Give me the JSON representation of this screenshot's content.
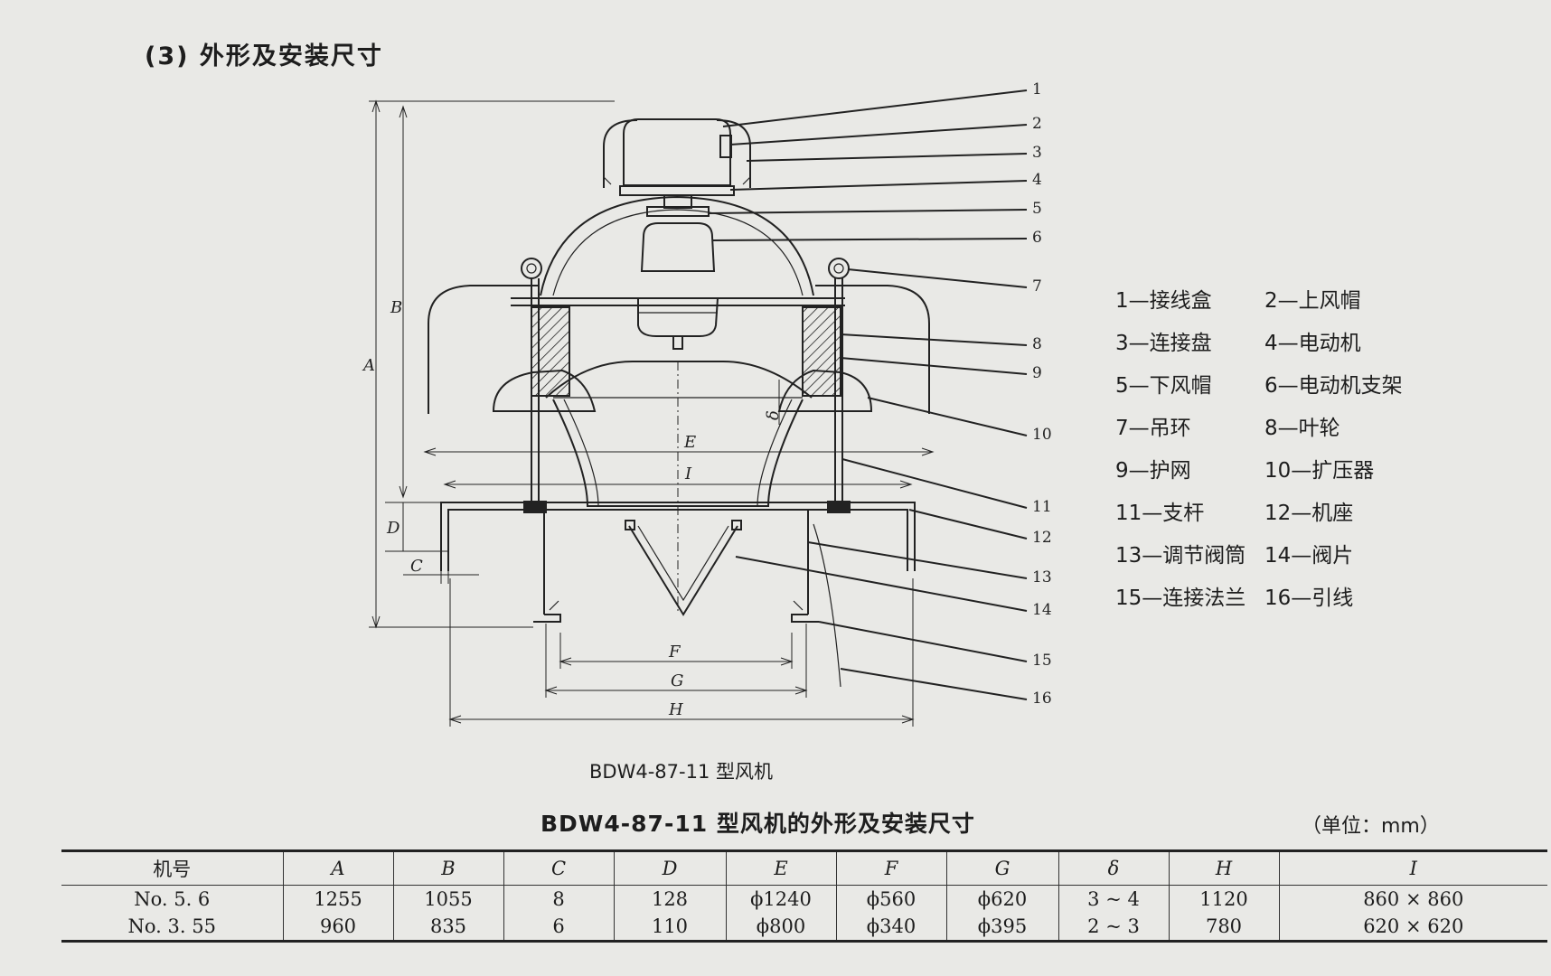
{
  "section_heading": "(3) 外形及安装尺寸",
  "callout_numbers": [
    "1",
    "2",
    "3",
    "4",
    "5",
    "6",
    "7",
    "8",
    "9",
    "10",
    "11",
    "12",
    "13",
    "14",
    "15",
    "16"
  ],
  "dimension_labels": {
    "A": "A",
    "B": "B",
    "C": "C",
    "D": "D",
    "E": "E",
    "I": "I",
    "F": "F",
    "G": "G",
    "H": "H",
    "delta": "δ"
  },
  "legend": [
    [
      "1—接线盒",
      "2—上风帽"
    ],
    [
      "3—连接盘",
      "4—电动机"
    ],
    [
      "5—下风帽",
      "6—电动机支架"
    ],
    [
      "7—吊环",
      "8—叶轮"
    ],
    [
      "9—护网",
      "10—扩压器"
    ],
    [
      "11—支杆",
      "12—机座"
    ],
    [
      "13—调节阀筒",
      "14—阀片"
    ],
    [
      "15—连接法兰",
      "16—引线"
    ]
  ],
  "figure_caption": "BDW4-87-11 型风机",
  "table_title": "BDW4-87-11 型风机的外形及安装尺寸",
  "table_unit": "（单位：mm）",
  "table": {
    "headers": [
      "机号",
      "A",
      "B",
      "C",
      "D",
      "E",
      "F",
      "G",
      "δ",
      "H",
      "I"
    ],
    "rows": [
      [
        "No. 5. 6",
        "1255",
        "1055",
        "8",
        "128",
        "ϕ1240",
        "ϕ560",
        "ϕ620",
        "3 ~ 4",
        "1120",
        "860 × 860"
      ],
      [
        "No. 3. 55",
        "960",
        "835",
        "6",
        "110",
        "ϕ800",
        "ϕ340",
        "ϕ395",
        "2 ~ 3",
        "780",
        "620 × 620"
      ]
    ]
  }
}
